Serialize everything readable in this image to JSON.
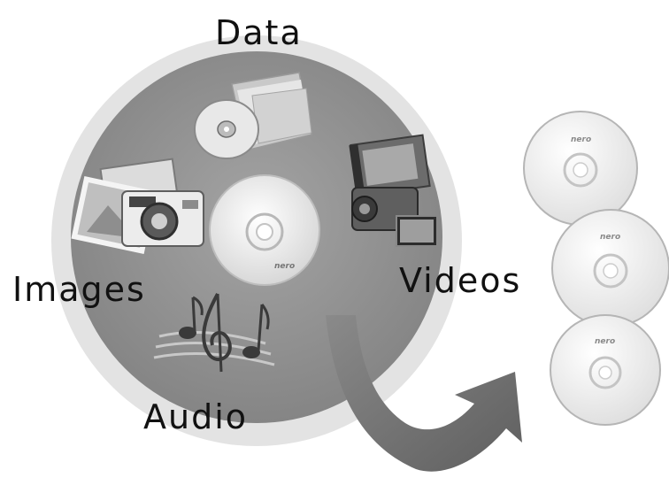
{
  "labels": {
    "data": "Data",
    "images": "Images",
    "videos": "Videos",
    "audio": "Audio"
  },
  "discs": {
    "brand_text": "nero"
  },
  "colors": {
    "outer_ring": "#e2e2e2",
    "disc_face": "#8f8f8f",
    "center_disc": "#f0f0f0",
    "arrow": "#7a7a7a",
    "stack_disc": "#ececec"
  }
}
